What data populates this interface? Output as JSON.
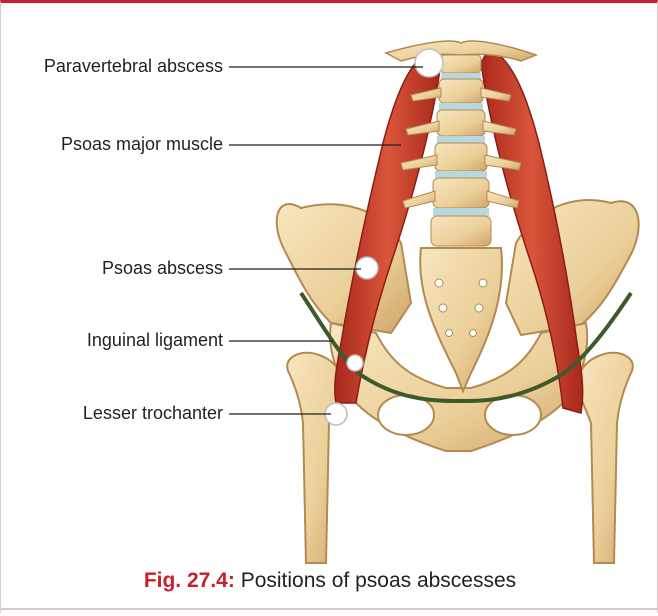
{
  "callouts": {
    "paravertebral_abscess": "Paravertebral abscess",
    "psoas_major_muscle": "Psoas major muscle",
    "psoas_abscess": "Psoas abscess",
    "inguinal_ligament": "Inguinal ligament",
    "lesser_trochanter": "Lesser trochanter"
  },
  "caption": {
    "prefix": "Fig. 27.4:",
    "text": "Positions of psoas abscesses"
  },
  "colors": {
    "accent_red": "#c8202c",
    "bone": "#efd7a6",
    "bone_shadow": "#c89a5e",
    "muscle": "#c8402c",
    "ligament": "#3f5a2a",
    "abscess": "#ffffff"
  }
}
